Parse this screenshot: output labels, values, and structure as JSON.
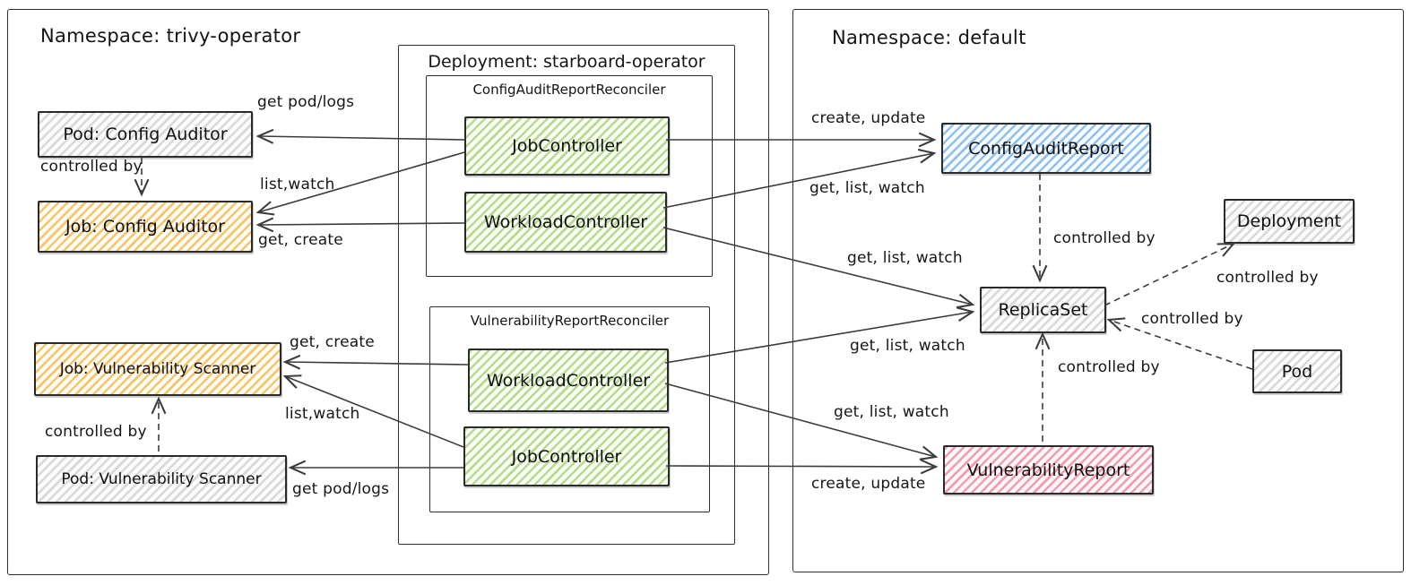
{
  "colors": {
    "ink": "#2f2f2f",
    "line": "#3b3b3b",
    "green-stripe": "#b4dc8c",
    "orange-stripe": "#f6c46a",
    "blue-stripe": "#90c0ee",
    "pink-stripe": "#f09cb1",
    "gray-stripe": "#d6d9dc"
  },
  "left_panel": {
    "title": "Namespace: trivy-operator",
    "nodes": {
      "pod_config_auditor": "Pod: Config Auditor",
      "job_config_auditor": "Job: Config Auditor",
      "job_vulnerability_scanner": "Job: Vulnerability Scanner",
      "pod_vulnerability_scanner": "Pod: Vulnerability Scanner"
    },
    "deployment": {
      "title": "Deployment: starboard-operator",
      "reconcilers": [
        {
          "title": "ConfigAuditReportReconciler",
          "controllers": [
            "JobController",
            "WorkloadController"
          ]
        },
        {
          "title": "VulnerabilityReportReconciler",
          "controllers": [
            "WorkloadController",
            "JobController"
          ]
        }
      ]
    }
  },
  "right_panel": {
    "title": "Namespace: default",
    "nodes": {
      "config_audit_report": "ConfigAuditReport",
      "deployment": "Deployment",
      "replica_set": "ReplicaSet",
      "pod": "Pod",
      "vulnerability_report": "VulnerabilityReport"
    }
  },
  "edge_labels": {
    "ca_get_pod_logs": "get pod/logs",
    "ca_list_watch": "list,watch",
    "ca_get_create": "get, create",
    "ca_controlled_by": "controlled by",
    "vs_get_create": "get, create",
    "vs_list_watch": "list,watch",
    "vs_get_pod_logs": "get pod/logs",
    "vs_controlled_by": "controlled by",
    "car_create_update": "create, update",
    "car_get_list_watch": "get, list, watch",
    "rs_get_list_watch_top": "get, list, watch",
    "rs_get_list_watch_bottom": "get, list, watch",
    "vr_get_list_watch": "get, list, watch",
    "vr_create_update": "create, update",
    "car_rs_controlled_by": "controlled by",
    "rs_dep_controlled_by": "controlled by",
    "pod_rs_controlled_by": "controlled by",
    "vr_rs_controlled_by": "controlled by"
  }
}
